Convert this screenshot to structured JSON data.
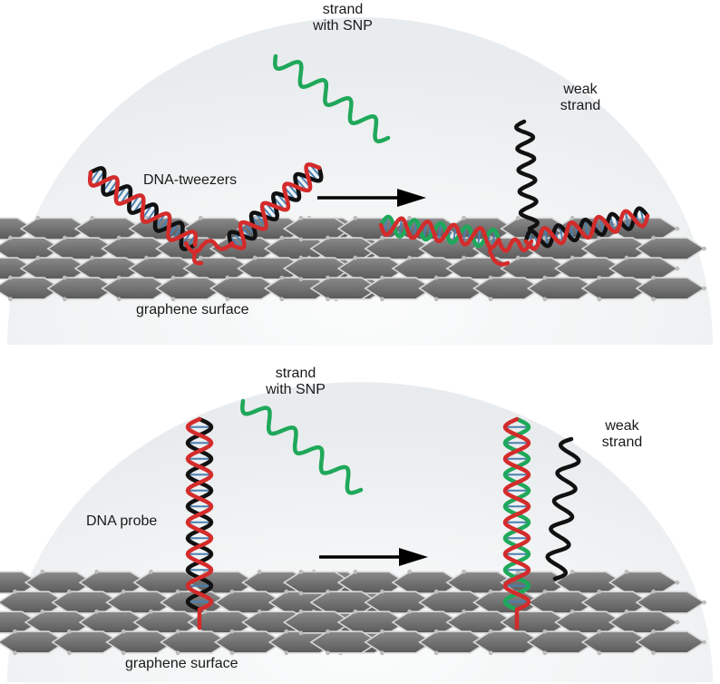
{
  "top_panel": {
    "strand_with_snp": [
      "strand",
      "with SNP"
    ],
    "weak_strand": [
      "weak",
      "strand"
    ],
    "dna_tweezers": "DNA-tweezers",
    "graphene_surface": "graphene surface"
  },
  "bottom_panel": {
    "strand_with_snp": [
      "strand",
      "with SNP"
    ],
    "weak_strand": [
      "weak",
      "strand"
    ],
    "dna_probe": "DNA probe",
    "graphene_surface": "graphene surface"
  },
  "colors": {
    "snp_strand": "#1fa85a",
    "weak_strand": "#111111",
    "red_strand": "#d42b2b",
    "base_pair": "#4a7fb0",
    "graphene": "#6f6f6f",
    "dome": "#f2f4f5"
  }
}
